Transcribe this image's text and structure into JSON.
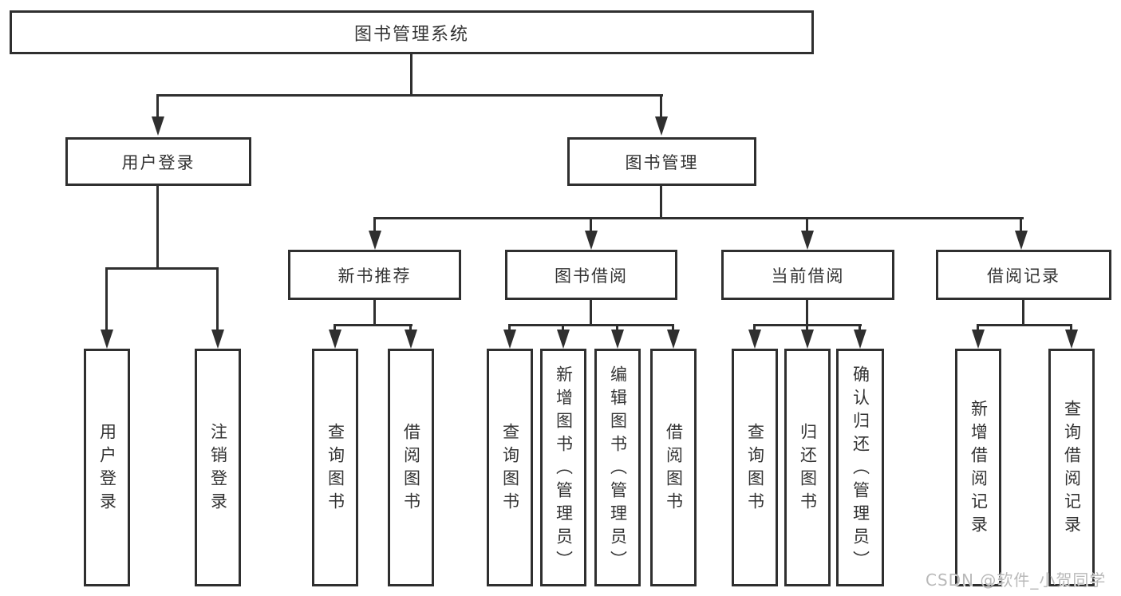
{
  "nodes": {
    "root": "图书管理系统",
    "level2": [
      "用户登录",
      "图书管理"
    ],
    "level3": [
      "新书推荐",
      "图书借阅",
      "当前借阅",
      "借阅记录"
    ],
    "leaves_user_login": [
      "用户登录",
      "注销登录"
    ],
    "leaves_new_books": [
      "查询图书",
      "借阅图书"
    ],
    "leaves_book_borrow": [
      "查询图书",
      "新增图书（管理员）",
      "编辑图书（管理员）",
      "借阅图书"
    ],
    "leaves_current_borrow": [
      "查询图书",
      "归还图书",
      "确认归还（管理员）"
    ],
    "leaves_borrow_records": [
      "新增借阅记录",
      "查询借阅记录"
    ]
  },
  "watermark": "CSDN @软件_小贺同学",
  "colors": {
    "line": "#2f2f2f",
    "background": "#ffffff",
    "text": "#333333",
    "watermark": "#b9b9b9"
  }
}
